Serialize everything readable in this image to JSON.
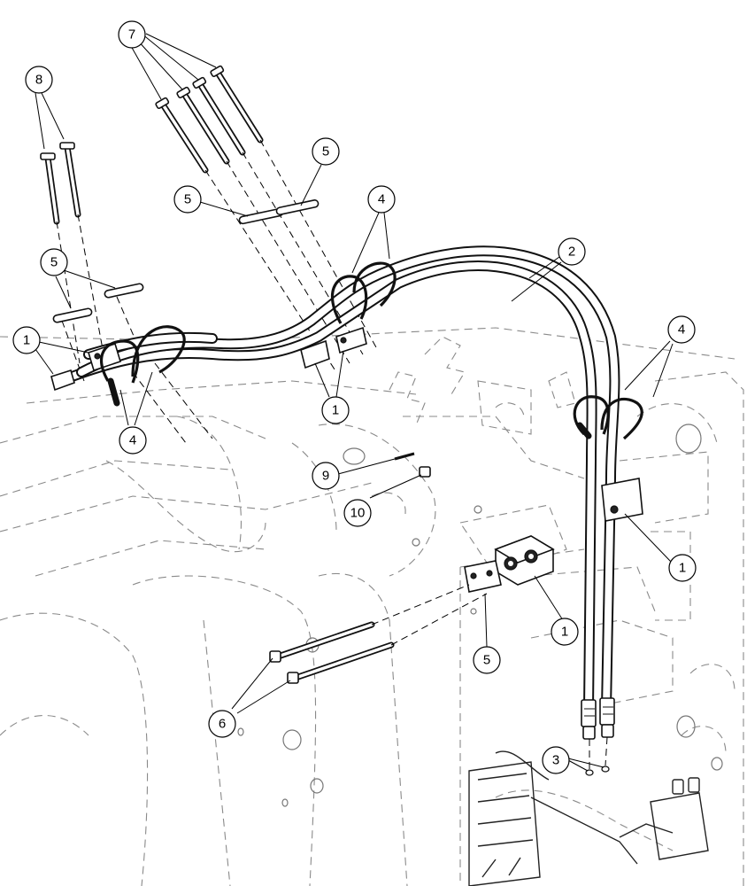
{
  "callouts": [
    {
      "id": "c1a",
      "label": "1"
    },
    {
      "id": "c1b",
      "label": "1"
    },
    {
      "id": "c1c",
      "label": "1"
    },
    {
      "id": "c1d",
      "label": "1"
    },
    {
      "id": "c2",
      "label": "2"
    },
    {
      "id": "c3",
      "label": "3"
    },
    {
      "id": "c4a",
      "label": "4"
    },
    {
      "id": "c4b",
      "label": "4"
    },
    {
      "id": "c4c",
      "label": "4"
    },
    {
      "id": "c5a",
      "label": "5"
    },
    {
      "id": "c5b",
      "label": "5"
    },
    {
      "id": "c5c",
      "label": "5"
    },
    {
      "id": "c5d",
      "label": "5"
    },
    {
      "id": "c6",
      "label": "6"
    },
    {
      "id": "c7",
      "label": "7"
    },
    {
      "id": "c8",
      "label": "8"
    },
    {
      "id": "c9",
      "label": "9"
    },
    {
      "id": "c10",
      "label": "10"
    }
  ]
}
